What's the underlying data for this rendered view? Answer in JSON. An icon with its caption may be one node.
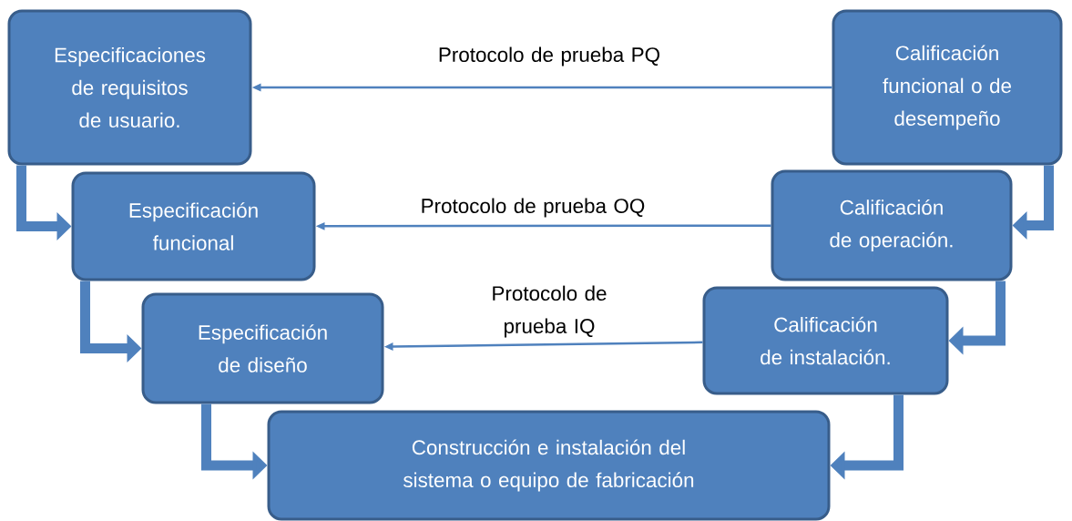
{
  "diagram": {
    "nodes": [
      {
        "text": [
          "Especificaciones de requisitos de usuario."
        ]
      },
      {
        "text": [
          "Calificación funcional o de desempeño"
        ]
      },
      {
        "text": [
          "Especificación funcional"
        ]
      },
      {
        "text": [
          "Calificación de operación."
        ]
      },
      {
        "text": [
          "Especificación de diseño"
        ]
      },
      {
        "text": [
          "Calificación de instalación."
        ]
      },
      {
        "text": [
          "Construcción e instalación del sistema o equipo de fabricación"
        ]
      }
    ],
    "edges": [
      {
        "from": 1,
        "to": 0,
        "arrow": "to",
        "label": "Protocolo de prueba PQ"
      },
      {
        "from": 3,
        "to": 2,
        "arrow": "to",
        "label": "Protocolo de prueba OQ"
      },
      {
        "from": 5,
        "to": 4,
        "arrow": "to",
        "label": "Protocolo de prueba IQ"
      },
      {
        "from": 0,
        "to": 2,
        "arrow": "to"
      },
      {
        "from": 2,
        "to": 4,
        "arrow": "to"
      },
      {
        "from": 4,
        "to": 6,
        "arrow": "to"
      },
      {
        "from": 1,
        "to": 3,
        "arrow": "to"
      },
      {
        "from": 3,
        "to": 5,
        "arrow": "to"
      },
      {
        "from": 5,
        "to": 6,
        "arrow": "to"
      }
    ]
  }
}
